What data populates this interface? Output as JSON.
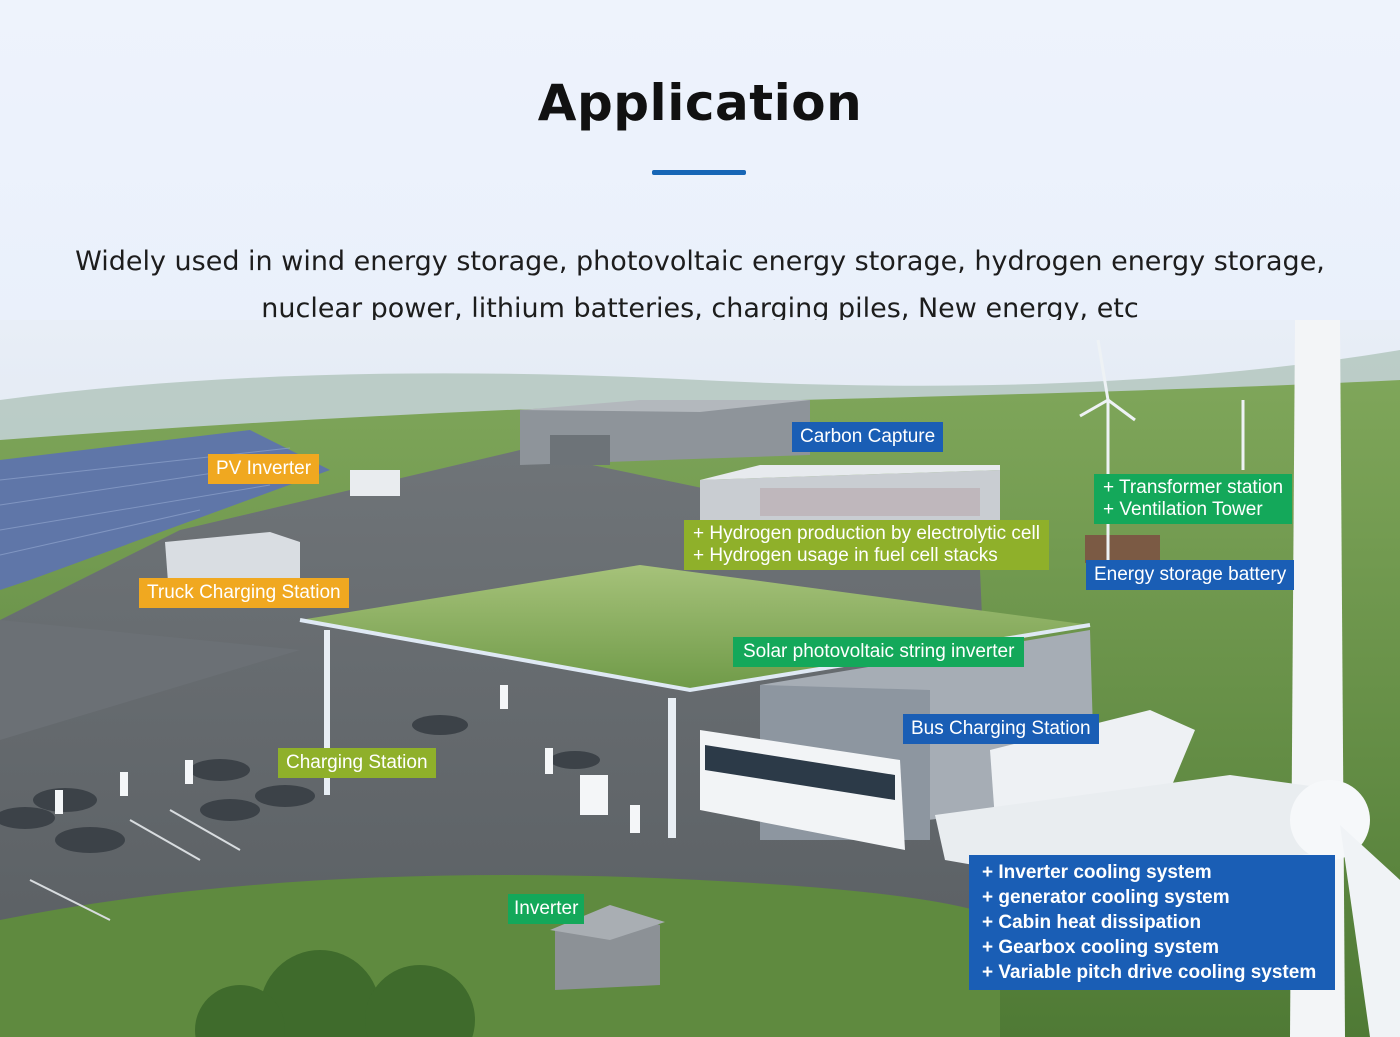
{
  "header": {
    "title": "Application",
    "subtitle_line1": "Widely used in wind energy storage, photovoltaic energy storage, hydrogen energy storage,",
    "subtitle_line2": "nuclear power, lithium batteries, charging piles, New energy, etc"
  },
  "labels": {
    "pv_inverter": "PV Inverter",
    "truck_charging": "Truck Charging Station",
    "carbon_capture": "Carbon Capture",
    "transformer_station": "+ Transformer station",
    "ventilation_tower": "+ Ventilation Tower",
    "hydrogen_production": "+ Hydrogen production by electrolytic cell",
    "hydrogen_usage": "+ Hydrogen usage in fuel cell stacks",
    "energy_storage_battery": "Energy storage battery",
    "solar_string_inverter": "Solar photovoltaic string inverter",
    "bus_charging": "Bus Charging Station",
    "charging_station": "Charging Station",
    "inverter": "Inverter",
    "wind_items": [
      "+ Inverter cooling system",
      "+ generator cooling system",
      "+ Cabin heat dissipation",
      "+ Gearbox cooling system",
      "+ Variable pitch drive cooling system"
    ]
  },
  "colors": {
    "orange": "#f0a820",
    "blue": "#1a5eb5",
    "green": "#14a85a",
    "lime": "#8fb02a",
    "accent": "#1766b6"
  }
}
